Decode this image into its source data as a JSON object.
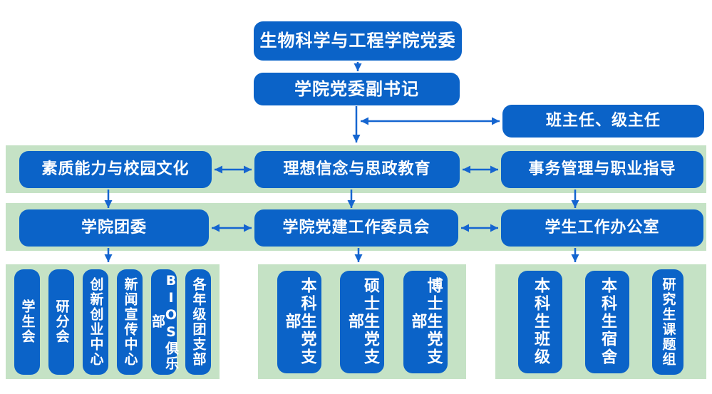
{
  "colors": {
    "node_blue": "#0b63c8",
    "band_green": "#c5e2c5",
    "arrow_blue": "#1565d0",
    "text": "#ffffff",
    "background": "#ffffff"
  },
  "nodes": {
    "root": "生物科学与工程学院党委",
    "deputy_secretary": "学院党委副书记",
    "class_grade_directors": "班主任、级主任",
    "row3": [
      "素质能力与校园文化",
      "理想信念与思政教育",
      "事务管理与职业指导"
    ],
    "row4": [
      "学院团委",
      "学院党建工作委员会",
      "学生工作办公室"
    ],
    "left_panel": [
      "学生会",
      "研分会",
      "创新创业中心",
      "新闻宣传中心",
      "BIOS俱乐部",
      "各年级团支部"
    ],
    "middle_panel": [
      "本科生党支部",
      "硕士生党支部",
      "博士生党支部"
    ],
    "right_panel": [
      "本科生班级",
      "本科生宿舍",
      "研究生课题组"
    ]
  }
}
